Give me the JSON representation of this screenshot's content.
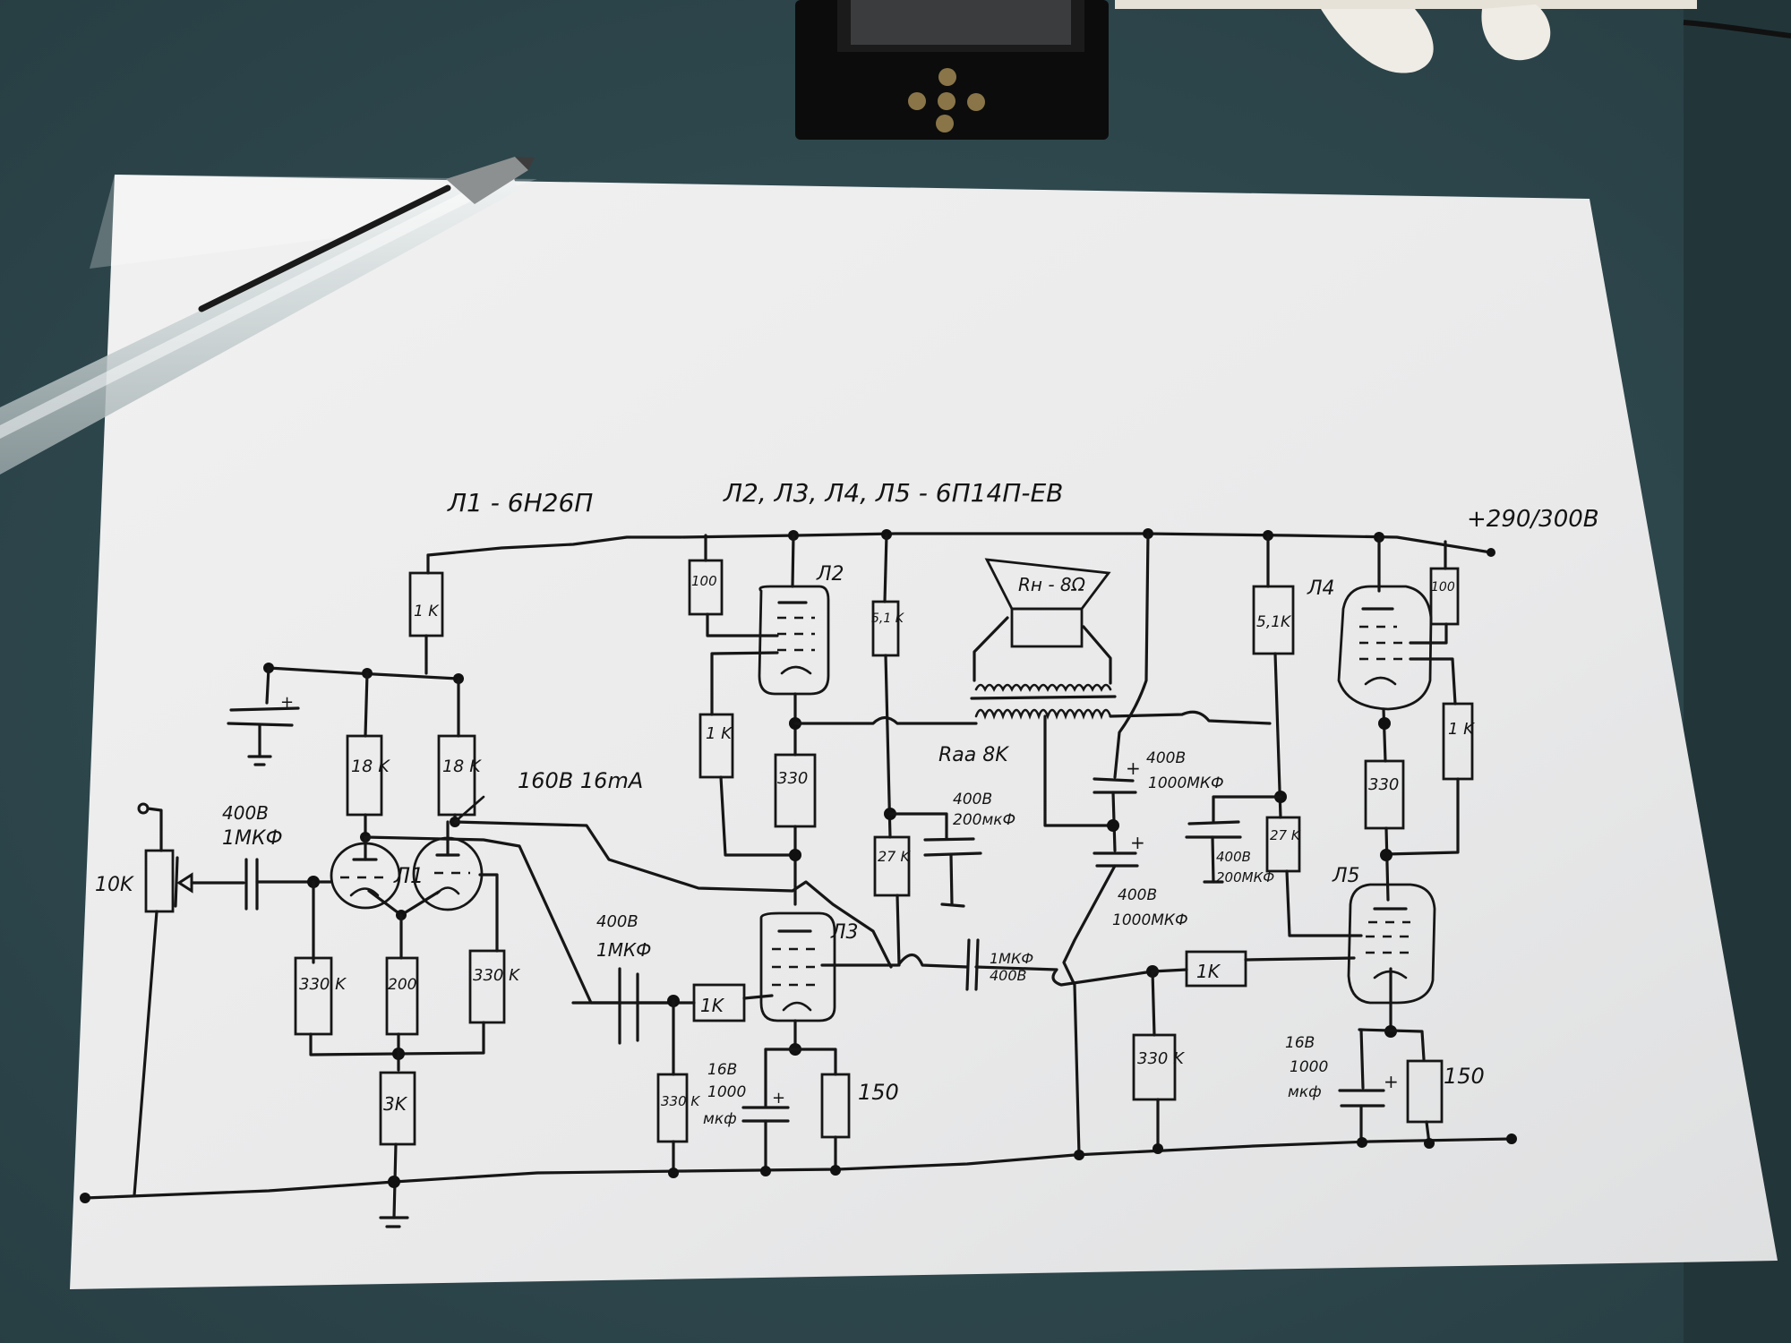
{
  "photo": {
    "subject": "Hand-drawn vacuum tube amplifier schematic on paper",
    "colors": {
      "desk": "#2f4a4f",
      "paper": "#ececec",
      "ink": "#161616",
      "device": "#0d0d0d",
      "knob": "#8a7548"
    }
  },
  "schematic": {
    "tube_notes": {
      "l1": "Л1 - 6Н26П",
      "l2_l5": "Л2, Л3, Л4, Л5 - 6П14П-ЕВ"
    },
    "supply": "+290/300В",
    "operating_point": "160В 16mA",
    "speaker": "Rн - 8Ω",
    "transformer": "Raa 8K",
    "tubes": [
      {
        "id": "Л1",
        "label": "Л1"
      },
      {
        "id": "Л2",
        "label": "Л2"
      },
      {
        "id": "Л3",
        "label": "Л3"
      },
      {
        "id": "Л4",
        "label": "Л4"
      },
      {
        "id": "Л5",
        "label": "Л5"
      }
    ],
    "resistors": [
      {
        "id": "r-input-pot",
        "value": "10K"
      },
      {
        "id": "r-l1-supply",
        "value": "1 K"
      },
      {
        "id": "r-l1-plate-a",
        "value": "18 K"
      },
      {
        "id": "r-l1-plate-b",
        "value": "18 K"
      },
      {
        "id": "r-l1-grid-a",
        "value": "330 K"
      },
      {
        "id": "r-l1-cathode",
        "value": "200"
      },
      {
        "id": "r-l1-grid-b",
        "value": "330 K"
      },
      {
        "id": "r-l1-tail",
        "value": "3K"
      },
      {
        "id": "r-l2-screen",
        "value": "100"
      },
      {
        "id": "r-l2-grid",
        "value": "1 K"
      },
      {
        "id": "r-l2-cathode",
        "value": "330"
      },
      {
        "id": "r-divider-top-a",
        "value": "5,1 K"
      },
      {
        "id": "r-divider-bot-a",
        "value": "27 K"
      },
      {
        "id": "r-l3-grid-stop",
        "value": "1K"
      },
      {
        "id": "r-l3-grid-leak",
        "value": "330 K"
      },
      {
        "id": "r-l3-cathode",
        "value": "150"
      },
      {
        "id": "r-divider-top-b",
        "value": "5,1K"
      },
      {
        "id": "r-divider-bot-b",
        "value": "27 K"
      },
      {
        "id": "r-l4-screen",
        "value": "100"
      },
      {
        "id": "r-l4-grid",
        "value": "1 K"
      },
      {
        "id": "r-l4-cathode",
        "value": "330"
      },
      {
        "id": "r-l5-grid-stop",
        "value": "1K"
      },
      {
        "id": "r-l5-grid-leak",
        "value": "330 K"
      },
      {
        "id": "r-l5-cathode",
        "value": "150"
      }
    ],
    "capacitors": [
      {
        "id": "c-input",
        "voltage": "400В",
        "value": "1МКФ"
      },
      {
        "id": "c-l3-input",
        "voltage": "400В",
        "value": "1МКФ"
      },
      {
        "id": "c-l3-cathode",
        "voltage": "16В",
        "value": "1000",
        "unit": "мкф"
      },
      {
        "id": "c-divider-a",
        "voltage": "400В",
        "value": "200мкФ"
      },
      {
        "id": "c-l5-input",
        "voltage": "400В",
        "value": "1МКФ"
      },
      {
        "id": "c-supply-top",
        "voltage": "400В",
        "value": "1000МКФ"
      },
      {
        "id": "c-supply-bottom",
        "voltage": "400В",
        "value": "1000МКФ"
      },
      {
        "id": "c-divider-b",
        "voltage": "400В",
        "value": "200МКФ"
      },
      {
        "id": "c-l5-cathode",
        "voltage": "16В",
        "value": "1000",
        "unit": "мкф"
      }
    ],
    "symbols": {
      "plus": "+"
    }
  }
}
